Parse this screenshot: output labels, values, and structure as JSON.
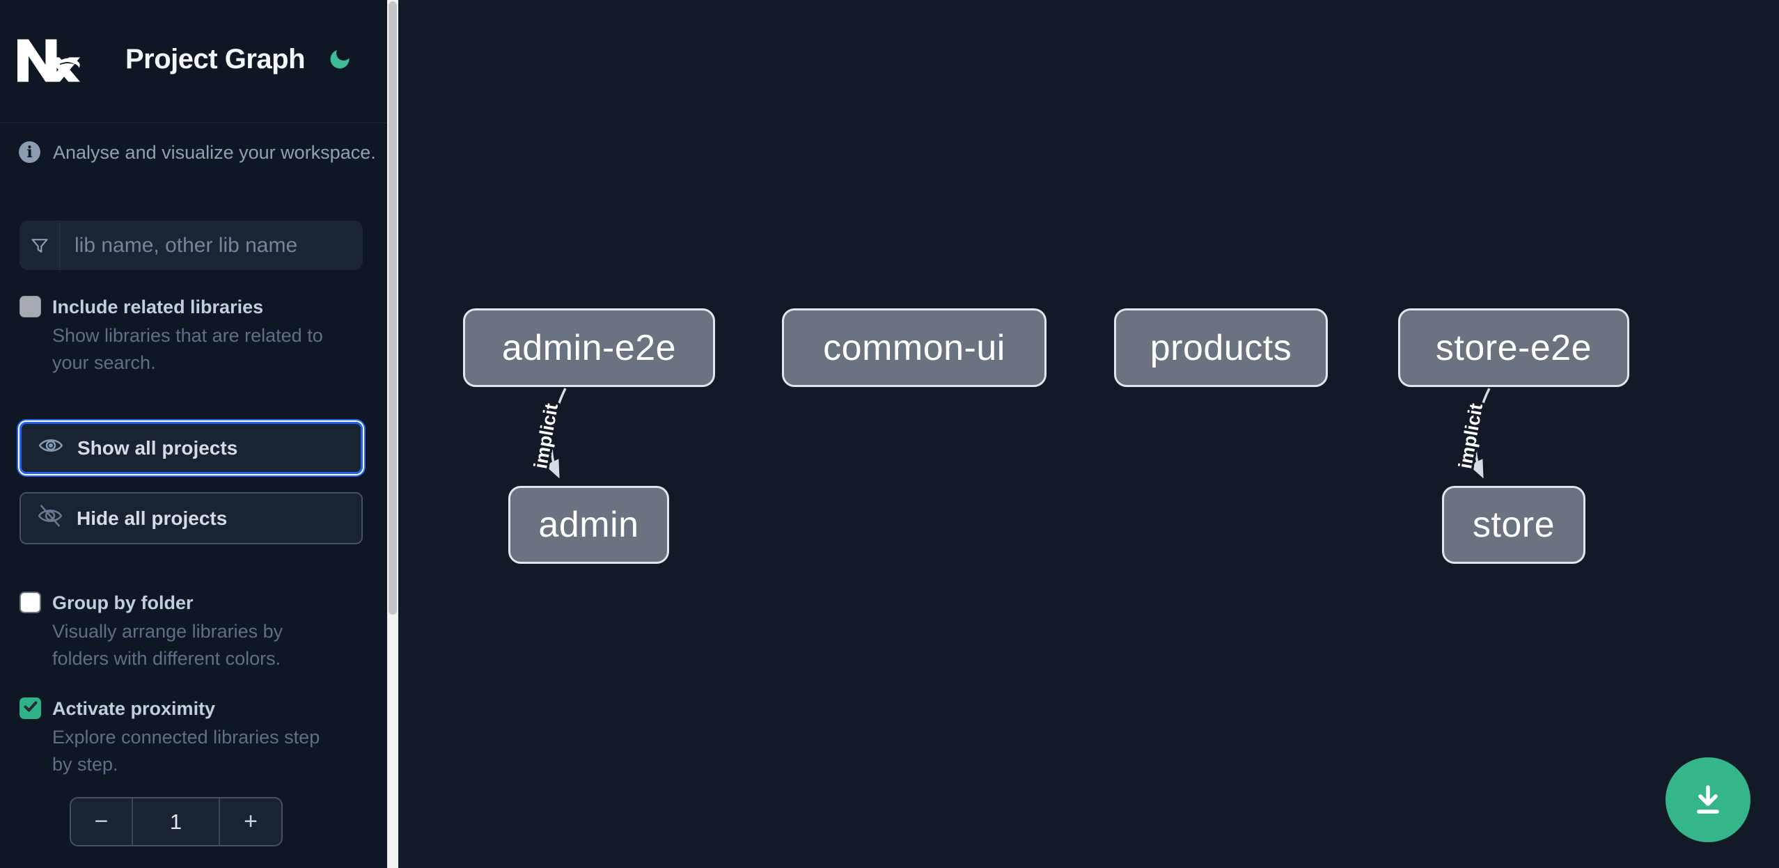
{
  "header": {
    "logo": "Nx",
    "title": "Project Graph",
    "theme_toggle_icon": "moon"
  },
  "intro": {
    "text": "Analyse and visualize your workspace."
  },
  "search": {
    "placeholder": "lib name, other lib name",
    "value": "",
    "icon": "filter-funnel"
  },
  "options": [
    {
      "label": "Include related libraries",
      "description": "Show libraries that are related to\nyour search.",
      "checked": false
    },
    {
      "label": "Group by folder",
      "description": "Visually arrange libraries by\nfolders with different colors.",
      "checked": false
    },
    {
      "label": "Activate proximity",
      "description": "Explore connected libraries step\nby step.",
      "checked": true
    }
  ],
  "actions": {
    "show_all": "Show all projects",
    "hide_all": "Hide all projects"
  },
  "proximity_stepper": {
    "decrement": "−",
    "value": "1",
    "increment": "+"
  },
  "graph": {
    "nodes": [
      {
        "id": "admin-e2e",
        "label": "admin-e2e"
      },
      {
        "id": "common-ui",
        "label": "common-ui"
      },
      {
        "id": "products",
        "label": "products"
      },
      {
        "id": "store-e2e",
        "label": "store-e2e"
      },
      {
        "id": "admin",
        "label": "admin"
      },
      {
        "id": "store",
        "label": "store"
      }
    ],
    "edges": [
      {
        "from": "admin-e2e",
        "to": "admin",
        "label": "implicit"
      },
      {
        "from": "store-e2e",
        "to": "store",
        "label": "implicit"
      }
    ]
  },
  "fab": {
    "icon": "download"
  },
  "colors": {
    "sidebar_bg": "#0F1725",
    "canvas_bg": "#121A27",
    "accent_green": "#31B187",
    "focus_blue": "#2563EB",
    "node_fill": "#6B7280",
    "node_border": "#E3E6EB",
    "edge_gray": "#D7DBE2"
  }
}
